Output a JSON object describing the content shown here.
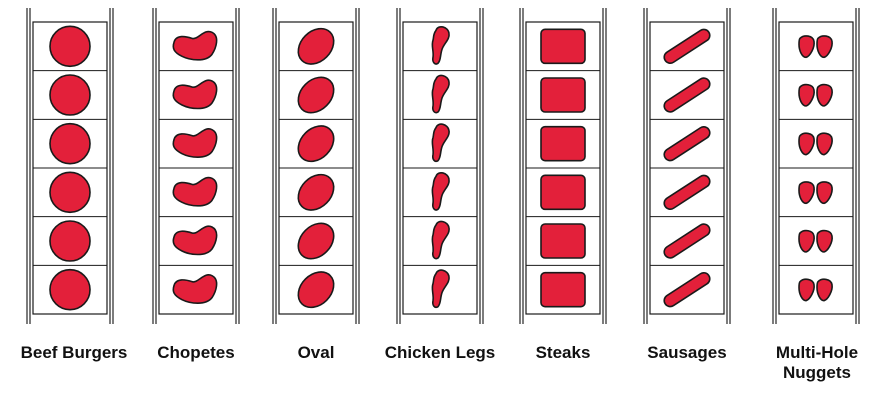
{
  "colors": {
    "fill": "#e3203a",
    "outline": "#1a1a1a",
    "frame": "#444444",
    "background": "#ffffff"
  },
  "columns": [
    {
      "id": "beef-burgers",
      "shape": "circle",
      "cavities": 6,
      "label_lines": [
        "Beef Burgers"
      ]
    },
    {
      "id": "chopetes",
      "shape": "chopete",
      "cavities": 6,
      "label_lines": [
        "Chopetes"
      ]
    },
    {
      "id": "oval",
      "shape": "oval",
      "cavities": 6,
      "label_lines": [
        "Oval"
      ]
    },
    {
      "id": "chicken-legs",
      "shape": "drumstick",
      "cavities": 6,
      "label_lines": [
        "Chicken Legs"
      ]
    },
    {
      "id": "steaks",
      "shape": "rounded-rect",
      "cavities": 6,
      "label_lines": [
        "Steaks"
      ]
    },
    {
      "id": "sausages",
      "shape": "sausage",
      "cavities": 6,
      "label_lines": [
        "Sausages"
      ]
    },
    {
      "id": "multi-hole-nuggets",
      "shape": "nugget-pair",
      "cavities": 6,
      "label_lines": [
        "Multi-Hole",
        "Nuggets"
      ]
    }
  ]
}
